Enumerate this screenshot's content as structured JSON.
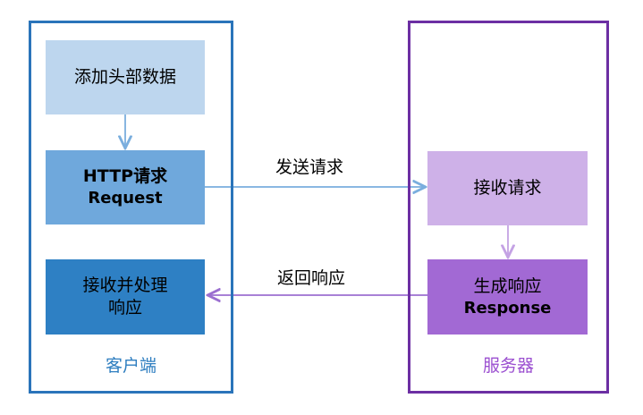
{
  "diagram": {
    "type": "flow-diagram",
    "title_text": "",
    "background": "#ffffff",
    "colors": {
      "client_border": "#2a74ba",
      "server_border": "#6c2fa3",
      "client_label_text": "#2e7ec0",
      "server_label_text": "#9b4fd0",
      "box_add_header": "#bdd6ee",
      "box_http_request": "#6fa8dc",
      "box_receive_response": "#2e80c4",
      "box_receive_request": "#ceb1e8",
      "box_generate_response": "#a269d4",
      "arrow_blue": "#7aaede",
      "arrow_purple": "#9b6fd0"
    }
  },
  "client": {
    "label": "客户端",
    "nodes": [
      {
        "cn": "添加头部数据",
        "en": ""
      },
      {
        "cn": "HTTP请求",
        "en": "Request"
      },
      {
        "cn": "接收并处理",
        "cn2": "响应",
        "en": ""
      }
    ]
  },
  "server": {
    "label": "服务器",
    "nodes": [
      {
        "cn": "接收请求",
        "en": ""
      },
      {
        "cn": "生成响应",
        "en": "Response"
      }
    ]
  },
  "edges": [
    {
      "label": "发送请求",
      "from": "HTTP请求 Request",
      "to": "接收请求",
      "color": "#7aaede",
      "direction": "client-to-server"
    },
    {
      "label": "返回响应",
      "from": "生成响应 Response",
      "to": "接收并处理响应",
      "color": "#9b6fd0",
      "direction": "server-to-client"
    },
    {
      "label": "",
      "from": "添加头部数据",
      "to": "HTTP请求 Request",
      "color": "#7aaede",
      "direction": "down"
    },
    {
      "label": "",
      "from": "接收请求",
      "to": "生成响应 Response",
      "color": "#c4a2e4",
      "direction": "down"
    }
  ]
}
